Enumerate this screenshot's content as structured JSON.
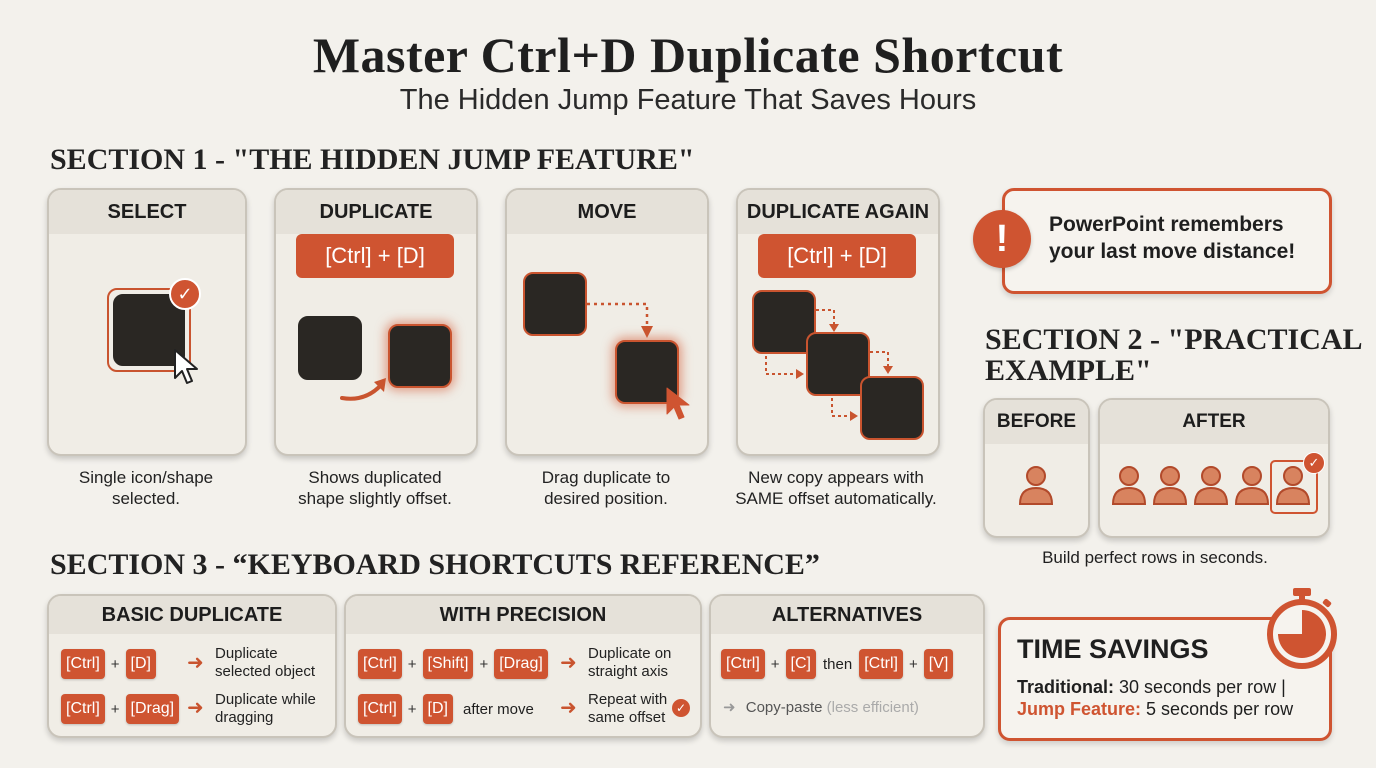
{
  "header": {
    "title": "Master Ctrl+D Duplicate Shortcut",
    "subtitle": "The Hidden Jump Feature That Saves Hours"
  },
  "section1": {
    "heading": "SECTION 1 - \"THE HIDDEN JUMP FEATURE\"",
    "cards": [
      {
        "title": "SELECT",
        "caption_l1": "Single icon/shape",
        "caption_l2": "selected."
      },
      {
        "title": "DUPLICATE",
        "key": "[Ctrl] + [D]",
        "caption_l1": "Shows duplicated",
        "caption_l2": "shape slightly offset."
      },
      {
        "title": "MOVE",
        "caption_l1": "Drag duplicate to",
        "caption_l2": "desired position."
      },
      {
        "title": "DUPLICATE AGAIN",
        "key": "[Ctrl] + [D]",
        "caption_l1": "New copy appears with",
        "caption_l2": "SAME offset automatically."
      }
    ]
  },
  "callout": {
    "icon": "exclamation-icon",
    "line1": "PowerPoint remembers",
    "line2": "your last move distance!"
  },
  "section2": {
    "heading_l1": "SECTION 2 - \"PRACTICAL",
    "heading_l2": "EXAMPLE\"",
    "before_label": "BEFORE",
    "after_label": "AFTER",
    "caption": "Build perfect rows in seconds."
  },
  "section3": {
    "heading": "SECTION 3 - “KEYBOARD SHORTCUTS REFERENCE”",
    "basic": {
      "title": "BASIC DUPLICATE",
      "row1": {
        "k1": "[Ctrl]",
        "k2": "[D]",
        "d1": "Duplicate",
        "d2": "selected object"
      },
      "row2": {
        "k1": "[Ctrl]",
        "k2": "[Drag]",
        "d1": "Duplicate while",
        "d2": "dragging"
      }
    },
    "precision": {
      "title": "WITH PRECISION",
      "row1": {
        "k1": "[Ctrl]",
        "k2": "[Shift]",
        "k3": "[Drag]",
        "d1": "Duplicate on",
        "d2": "straight axis"
      },
      "row2": {
        "k1": "[Ctrl]",
        "k2": "[D]",
        "extra": "after move",
        "d1": "Repeat with",
        "d2": "same offset"
      }
    },
    "alternatives": {
      "title": "ALTERNATIVES",
      "row1": {
        "k1": "[Ctrl]",
        "k2": "[C]",
        "then": "then",
        "k3": "[Ctrl]",
        "k4": "[V]"
      },
      "row2": {
        "text": "Copy-paste",
        "note": "(less efficient)"
      }
    }
  },
  "savings": {
    "title": "TIME SAVINGS",
    "trad_label": "Traditional:",
    "trad_value": "30 seconds per row |",
    "jump_label": "Jump Feature:",
    "jump_value": "5 seconds per row",
    "icon": "stopwatch-icon"
  },
  "colors": {
    "accent": "#cf5431",
    "background": "#f3f1ec",
    "dark_shape": "#2a2723"
  }
}
